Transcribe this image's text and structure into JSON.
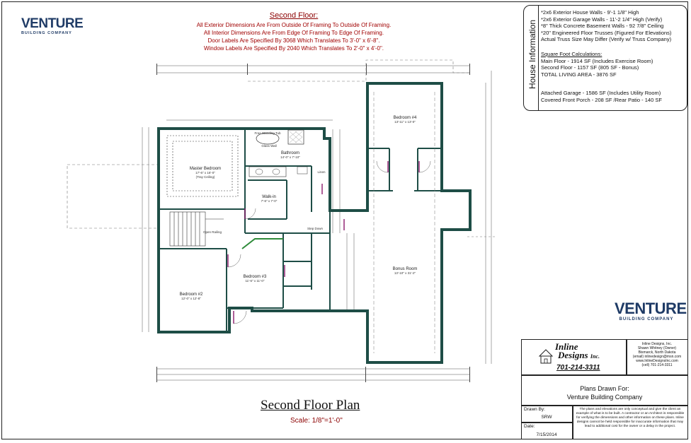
{
  "logo_top": {
    "main": "VENTURE",
    "sub": "BUILDING COMPANY"
  },
  "logo_right": {
    "main": "VENTURE",
    "sub": "BUILDING COMPANY"
  },
  "notes": {
    "title": "Second Floor:",
    "lines": [
      "All Exterior Dimensions Are From Outside Of Framing To Outside Of Framing.",
      "All Interior Dimensions Are From Edge Of Framing To Edge Of Framing.",
      "Door Labels Are Specified By 3068 Which Translates To 3'-0\" x 6'-8\".",
      "Window Labels Are Specified By 2040 Which Translates To 2'-0\" x 4'-0\"."
    ]
  },
  "house_info": {
    "label": "House Information",
    "specs": [
      "*2x6 Exterior House Walls - 9'-1 1/8\" High",
      "*2x6 Exterior Garage Walls - 11'-2 1/4\" High (Verify)",
      "*8\" Thick Concrete Basement Walls - 92 7/8\" Ceiling",
      "*20\" Engineered Floor Trusses (Figured For Elevations)",
      "Actual Truss Size May Differ (Verify w/ Truss Company)"
    ],
    "sqft_heading": "Square Foot Calculations:",
    "sqft": [
      "Main Floor - 1914 SF (Includes Exercise Room)",
      "Second Floor - 1157 SF (805 SF - Bonus)",
      "TOTAL LIVING AREA - 3876 SF"
    ],
    "extra": [
      "Attached Garage - 1586 SF (Includes Utility Room)",
      "Covered Front Porch - 208 SF /Rear Patio - 140 SF"
    ]
  },
  "rooms": [
    {
      "name": "Master Bedroom",
      "size": "17'-6\" x 16'-0\"",
      "note": "(Tray Ceiling)"
    },
    {
      "name": "Bathroom",
      "size": "14'-0\" x 7'-10\""
    },
    {
      "name": "Walk-in",
      "size": "7'-6\" x 7'-0\""
    },
    {
      "name": "Bedroom #4",
      "size": "13'-11\" x 13'-0\""
    },
    {
      "name": "Bonus Room",
      "size": "13'-10\" x 31'-2\""
    },
    {
      "name": "Bedroom #3",
      "size": "11'-6\" x 11'-0\""
    },
    {
      "name": "Bedroom #2",
      "size": "12'-0\" x 12'-8\""
    }
  ],
  "plan_labels": {
    "free_standing_tub": "Free Standing Tub",
    "shower": "Glass Wall",
    "step_down": "Step Down",
    "open_railing": "Open Railing",
    "linen": "Linen"
  },
  "plan_title": "Second Floor Plan",
  "scale": "Scale:  1/8\"=1'-0\"",
  "designer": {
    "name_line1": "Inline",
    "name_line2": "Designs",
    "suffix": "Inc.",
    "phone": "701-214-3311",
    "details": [
      "Inline Designs, Inc.",
      "Shawn Whitney (Owner)",
      "Bismarck, North Dakota",
      "(email) inlinedesign@msn.com",
      "www.InlineDesignsInc.com",
      "(cell) 701-214-3311"
    ]
  },
  "plans_drawn_for": {
    "label": "Plans Drawn For:",
    "client": "Venture Building Company"
  },
  "drawn_by": {
    "label": "Drawn By:",
    "value": "SRW"
  },
  "date": {
    "label": "Date:",
    "value": "7/15/2014"
  },
  "disclaimer": "The plans and elevations are only conceptual and give the client an example of what is to be built. A contractor or an Architect is responsible for verifying the dimensions and other information on these plans. Inline designs cannot be held responsible for inaccurate information that may lead to additional cost for the owner or a delay in the project.",
  "colors": {
    "wall": "#1e4d46",
    "notes": "#a00000",
    "logo": "#1f3b66"
  }
}
